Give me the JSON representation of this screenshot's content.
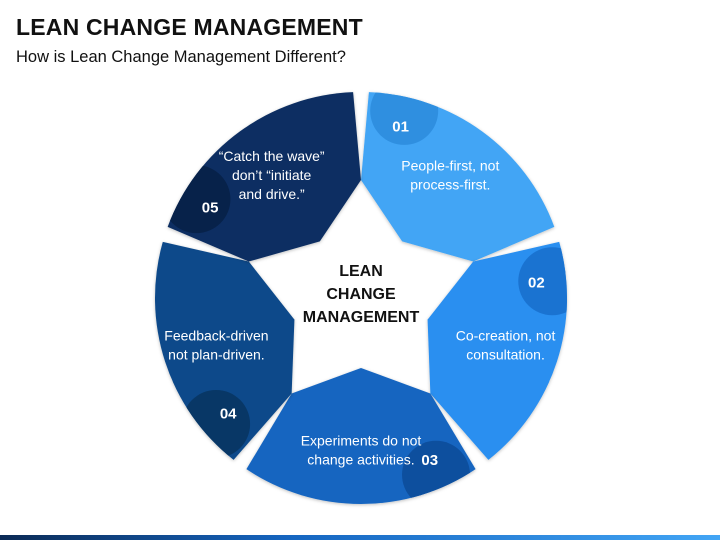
{
  "header": {
    "title": "LEAN CHANGE MANAGEMENT",
    "subtitle": "How is Lean Change Management Different?"
  },
  "center": {
    "lines": [
      "LEAN",
      "CHANGE",
      "MANAGEMENT"
    ]
  },
  "segments": [
    {
      "number": "01",
      "lines": [
        "People-first, not",
        "process-first."
      ],
      "color": "#42a5f5",
      "badge_color": "#2f8fe0"
    },
    {
      "number": "02",
      "lines": [
        "Co-creation, not",
        "consultation."
      ],
      "color": "#2b8ff0",
      "badge_color": "#1a73d1"
    },
    {
      "number": "03",
      "lines": [
        "Experiments do not",
        "change activities."
      ],
      "color": "#1565c0",
      "badge_color": "#0d4f9e"
    },
    {
      "number": "04",
      "lines": [
        "Feedback-driven",
        "not plan-driven."
      ],
      "color": "#0d4a8a",
      "badge_color": "#083766"
    },
    {
      "number": "05",
      "lines": [
        "“Catch the wave”",
        "don’t “initiate",
        "and drive.”"
      ],
      "color": "#0b2f62",
      "badge_color": "#07224a"
    }
  ]
}
